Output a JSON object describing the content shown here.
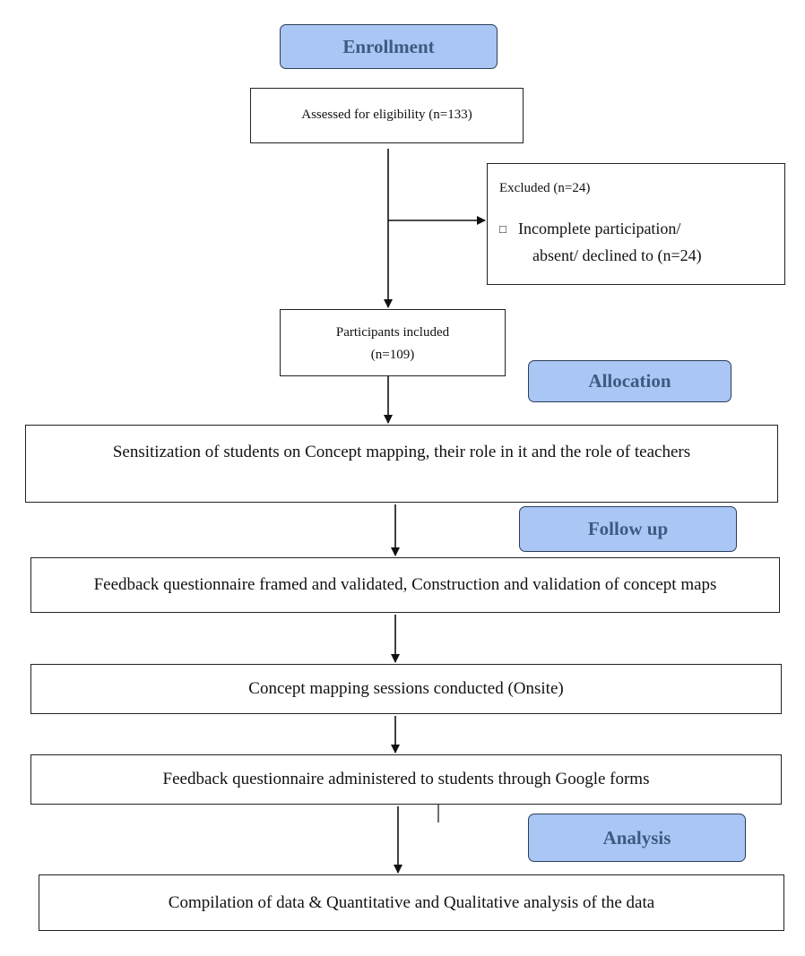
{
  "phases": {
    "enrollment": "Enrollment",
    "allocation": "Allocation",
    "follow_up": "Follow up",
    "analysis": "Analysis"
  },
  "boxes": {
    "assessed": "Assessed for eligibility (n=133)",
    "excluded": {
      "title": "Excluded (n=24)",
      "bullet": "□",
      "reason_line1": "Incomplete participation/",
      "reason_line2": "absent/ declined to (n=24)"
    },
    "included": {
      "line1": "Participants included",
      "line2": "(n=109)"
    },
    "sensitization": "Sensitization of students on Concept mapping, their role in it and the role of teachers",
    "questionnaire": "Feedback questionnaire framed and validated, Construction and validation of concept maps",
    "sessions": "Concept mapping sessions conducted (Onsite)",
    "administered": "Feedback questionnaire administered to students through Google forms",
    "compilation": "Compilation of data & Quantitative and Qualitative analysis of the data"
  },
  "colors": {
    "phase_fill": "#aac6f5",
    "phase_text": "#3d5a80",
    "line": "#111111"
  }
}
